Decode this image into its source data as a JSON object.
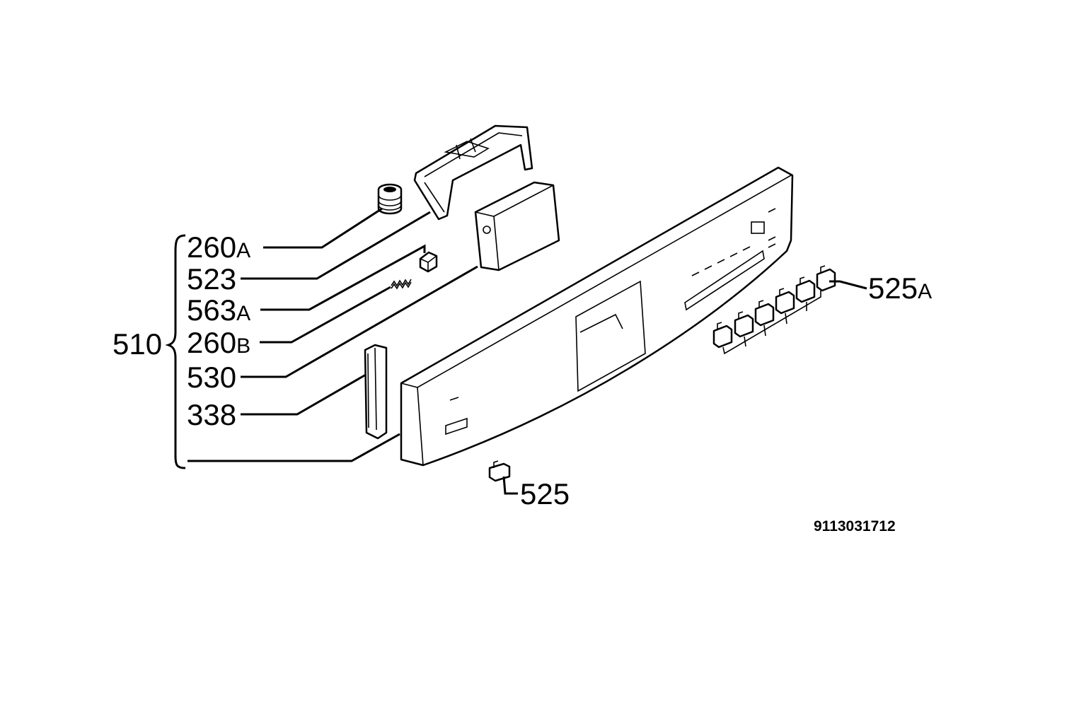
{
  "labels": {
    "group": "510",
    "p260a_num": "260",
    "p260a_suf": "A",
    "p523": "523",
    "p563a_num": "563",
    "p563a_suf": "A",
    "p260b_num": "260",
    "p260b_suf": "B",
    "p530": "530",
    "p338": "338",
    "p525a_num": "525",
    "p525a_suf": "A",
    "p525": "525"
  },
  "drawing_code": "9113031712"
}
